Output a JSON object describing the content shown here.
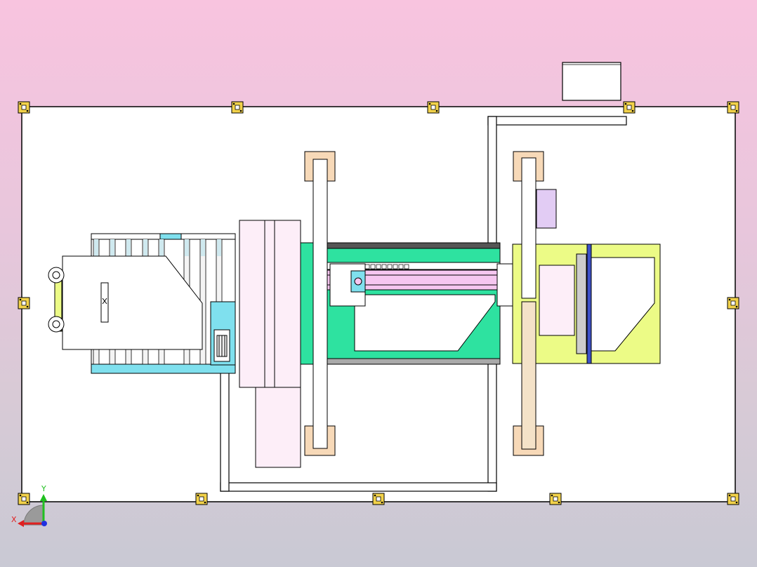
{
  "viewport": {
    "background_top": "#f8c4df",
    "background_bottom": "#c9c9d4",
    "projection": "top view"
  },
  "palette": {
    "frame": "#ffffff",
    "outline": "#000000",
    "mount_bracket": "#f2d24a",
    "gantry_pad": "#f7d9b8",
    "conveyor_blue": "#7fe0ee",
    "machine_green": "#2ee2a0",
    "rail_pink": "#f6c6f0",
    "panel_pink": "#fdeef8",
    "table_yellow": "#ecfb86",
    "cylinder_lavender": "#e2ccf4",
    "fixture_blue": "#3c50c8",
    "beam_tan": "#f4e2c8"
  },
  "triad": {
    "x_label": "X",
    "y_label": "Y",
    "x_color": "#e02020",
    "y_color": "#20c020",
    "z_color": "#2030e0"
  },
  "legend": {
    "mount_brackets": 12,
    "gantry_beams": 2,
    "conveyor_rollers": 8
  }
}
